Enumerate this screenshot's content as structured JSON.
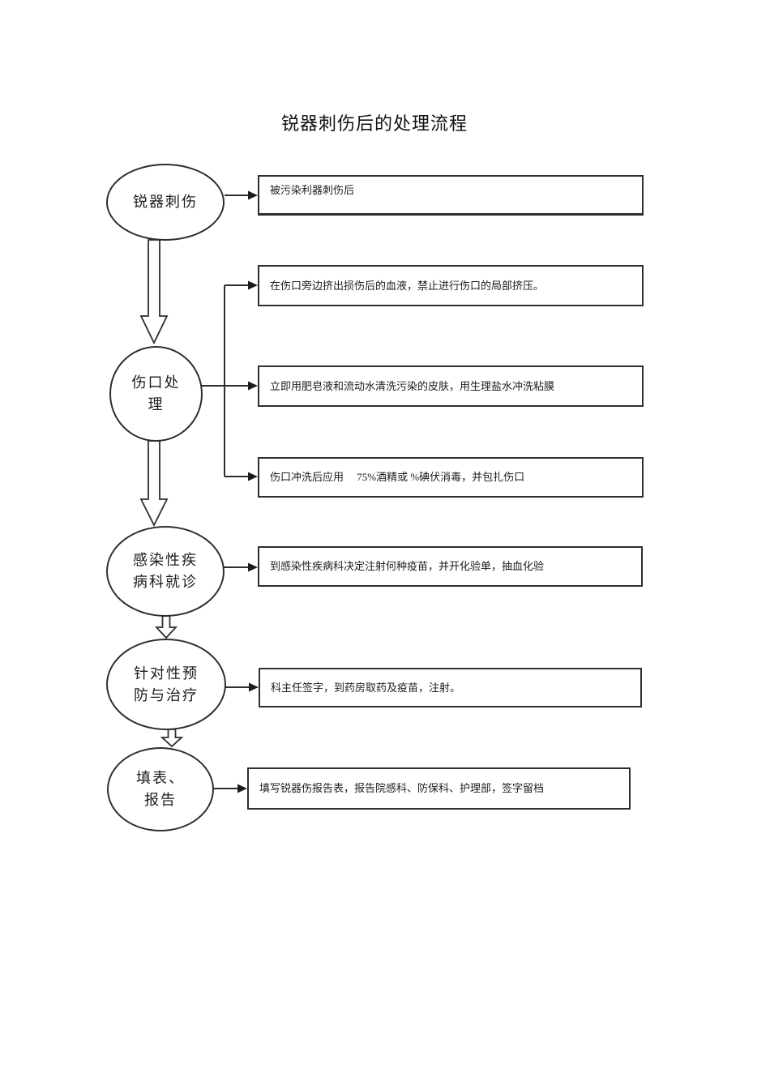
{
  "flow": {
    "title": "锐器刺伤后的处理流程",
    "colors": {
      "line": "#2e2e2e",
      "text": "#1c1c1c",
      "background": "#ffffff"
    },
    "stages": [
      {
        "label": "锐器刺伤",
        "details": [
          "被污染利器刺伤后"
        ]
      },
      {
        "label": "伤口处\n理",
        "details": [
          "在伤口旁边挤出损伤后的血液，禁止进行伤口的局部挤压。",
          "立即用肥皂液和流动水清洗污染的皮肤，用生理盐水冲洗粘膜",
          "伤口冲洗后应用　 75%酒精或 %碘伏消毒，并包扎伤口"
        ]
      },
      {
        "label": "感染性疾\n病科就诊",
        "details": [
          "到感染性疾病科决定注射何种疫苗，并开化验单，抽血化验"
        ]
      },
      {
        "label": "针对性预\n防与治疗",
        "details": [
          "科主任签字，到药房取药及疫苗，注射。"
        ]
      },
      {
        "label": "填表、\n报告",
        "details": [
          "填写锐器伤报告表，报告院感科、防保科、护理部，签字留档"
        ]
      }
    ]
  }
}
